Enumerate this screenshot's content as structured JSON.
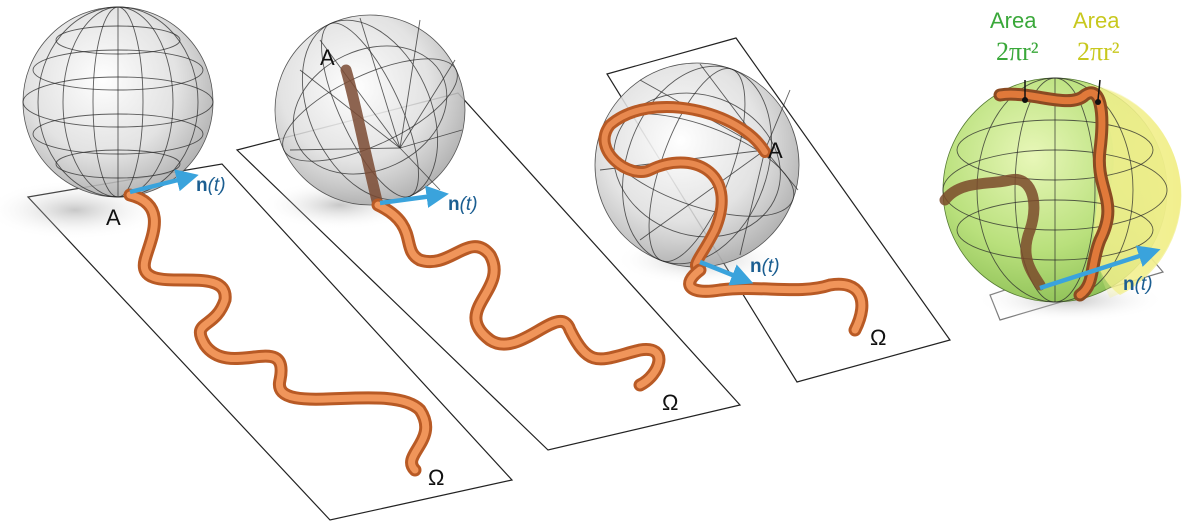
{
  "panels": [
    {
      "start_label": "A",
      "end_label": "Ω",
      "normal_label_bold": "n",
      "normal_label_arg": "(t)"
    },
    {
      "start_label": "A",
      "end_label": "Ω",
      "normal_label_bold": "n",
      "normal_label_arg": "(t)"
    },
    {
      "start_label": "A",
      "end_label": "Ω",
      "normal_label_bold": "n",
      "normal_label_arg": "(t)"
    },
    {
      "normal_label_bold": "n",
      "normal_label_arg": "(t)",
      "area_left_word": "Area",
      "area_left_formula": "2πr²",
      "area_right_word": "Area",
      "area_right_formula": "2πr²"
    }
  ],
  "colors": {
    "tube": "#e0793a",
    "tube_dark": "#9a4a1f",
    "arrow": "#3aa3dc",
    "sphere_fill": "#e6e6e6",
    "area_green": "#3aa83a",
    "area_yellow": "#c8c81e",
    "sphere_green": "#b8e07a",
    "sphere_yellow": "#eeee88"
  }
}
